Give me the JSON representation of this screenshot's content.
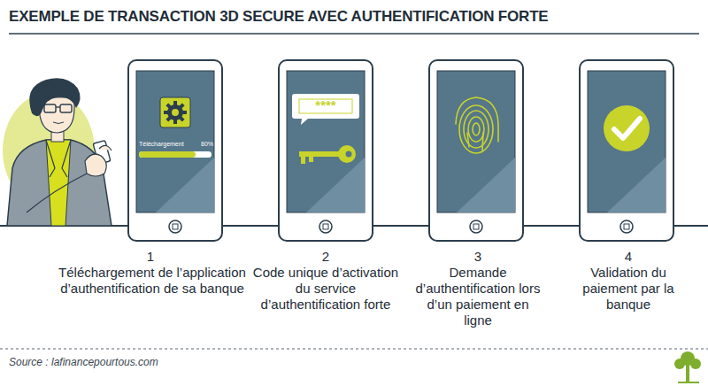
{
  "diagram": {
    "title": "EXEMPLE DE TRANSACTION 3D SECURE AVEC AUTHENTIFICATION FORTE",
    "caption": "Source : lafinancepourtous.com",
    "labels": [
      "Téléchargement",
      "80%",
      "****",
      "1",
      "Téléchargement de l’application d’authentification de sa banque",
      "2",
      "Code unique d’activation du service d’authentification forte",
      "3",
      "Demande d’authentification lors d’un paiement en ligne",
      "4",
      "Validation du paiement par la banque"
    ]
  }
}
